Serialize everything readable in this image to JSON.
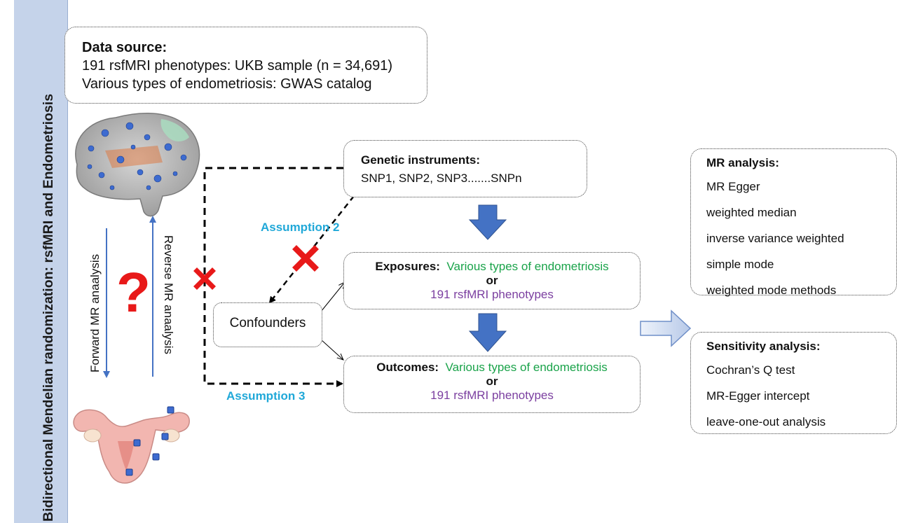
{
  "sidebar": {
    "title": "Bidirectional Mendelian randomization: rsfMRI  and Endometriosis"
  },
  "data_source": {
    "heading": "Data source:",
    "lines": [
      "191 rsfMRI phenotypes: UKB sample (n = 34,691)",
      "Various types of endometriosis: GWAS catalog"
    ]
  },
  "genetic_instruments": {
    "heading": "Genetic instruments:",
    "text": "SNP1, SNP2, SNP3.......SNPn"
  },
  "exposures": {
    "label": "Exposures:",
    "option1": "Various types of endometriosis",
    "or": "or",
    "option2": "191 rsfMRI phenotypes"
  },
  "outcomes": {
    "label": "Outcomes:",
    "option1": "Various types of endometriosis",
    "or": "or",
    "option2": "191 rsfMRI phenotypes"
  },
  "confounders": "Confounders",
  "assumptions": {
    "a2": "Assumption 2",
    "a3": "Assumption 3"
  },
  "forward_label": "Forward MR anaalysis",
  "reverse_label": "Reverse MR anaalysis",
  "question_mark": "?",
  "mr_analysis": {
    "heading": "MR analysis:",
    "items": [
      "MR Egger",
      "weighted median",
      "inverse variance weighted",
      "simple mode",
      "weighted mode methods"
    ]
  },
  "sensitivity_analysis": {
    "heading": "Sensitivity analysis:",
    "items": [
      "Cochran’s Q test",
      "MR-Egger intercept",
      "leave-one-out analysis"
    ]
  },
  "colors": {
    "accent_blue": "#4472c4",
    "green": "#1aa34a",
    "purple": "#7b3fa0",
    "assumption": "#20a8d8",
    "red": "#e81919",
    "sidebar": "#c5d3ea"
  }
}
